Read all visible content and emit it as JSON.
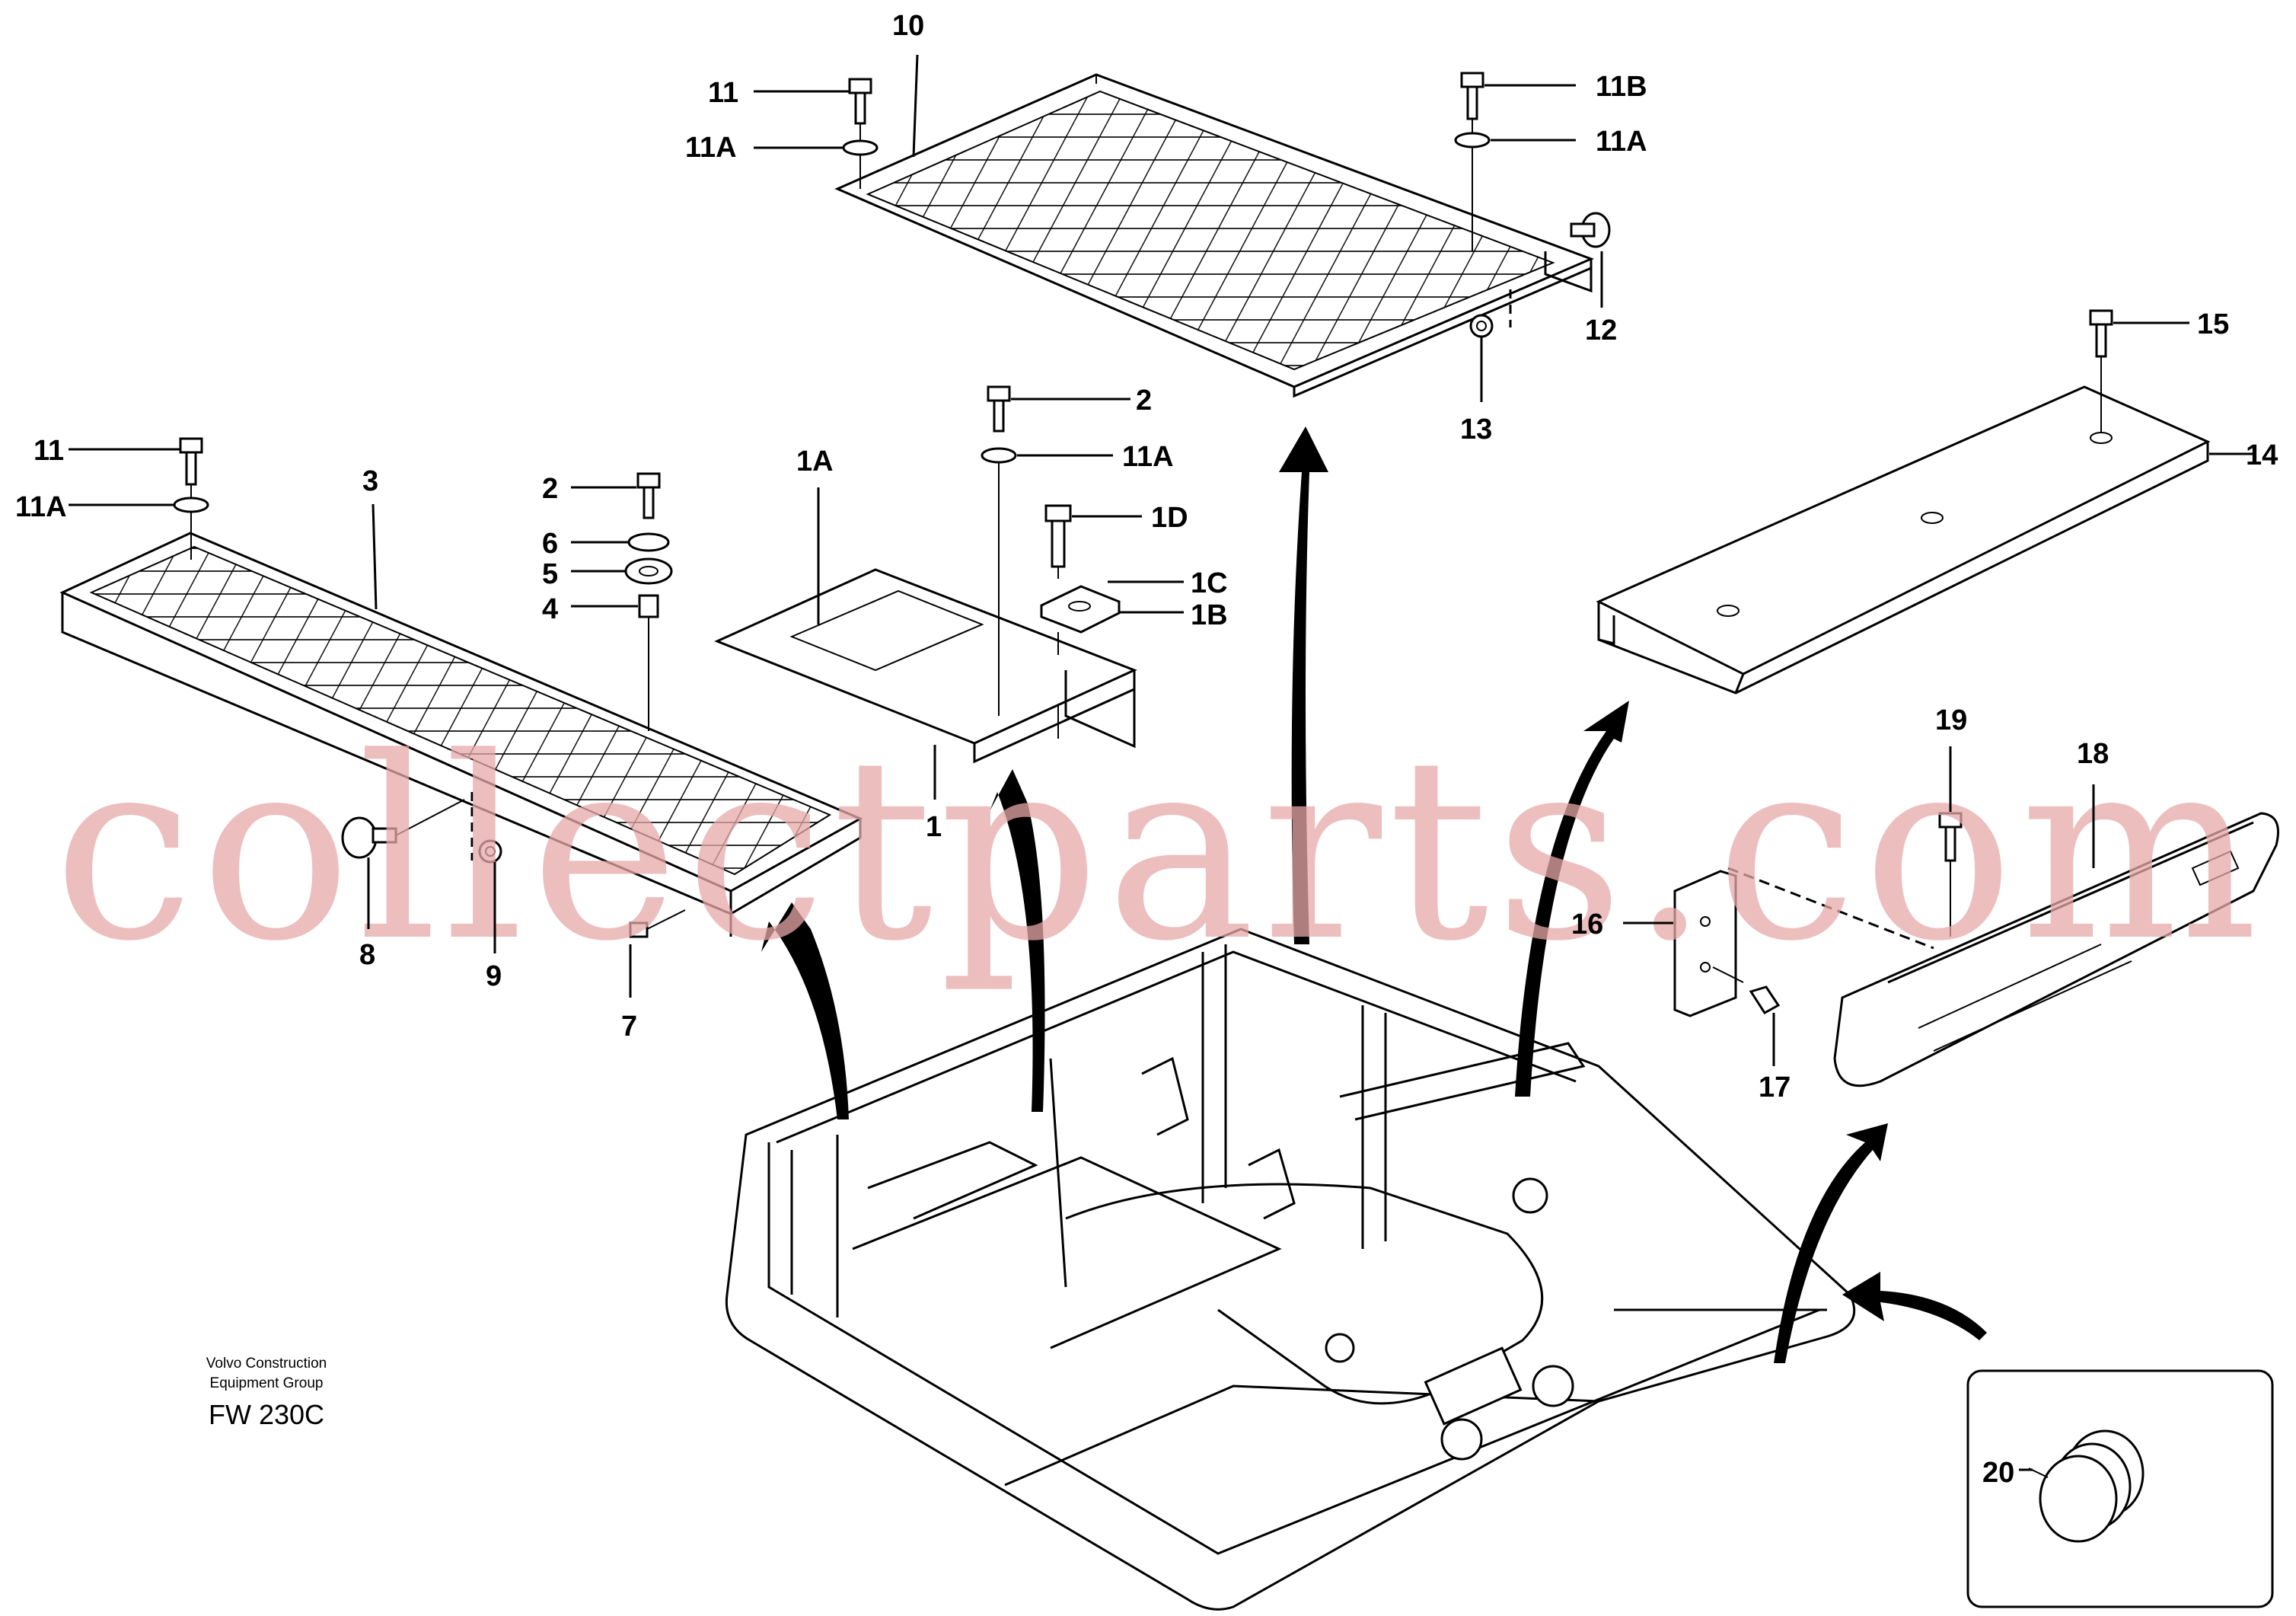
{
  "watermark": "collectparts.com",
  "footer": {
    "line1": "Volvo Construction",
    "line2": "Equipment Group",
    "code": "FW 230C"
  },
  "callouts": {
    "c10": "10",
    "c11_top": "11",
    "c11A_top": "11A",
    "c11B": "11B",
    "c11A_right": "11A",
    "c12": "12",
    "c13": "13",
    "c11_left": "11",
    "c11A_left": "11A",
    "c3": "3",
    "c2_left": "2",
    "c6": "6",
    "c5": "5",
    "c4": "4",
    "c8": "8",
    "c9": "9",
    "c7": "7",
    "c1A": "1A",
    "c2_mid": "2",
    "c11A_mid": "11A",
    "c1D": "1D",
    "c1C": "1C",
    "c1B": "1B",
    "c1": "1",
    "c15": "15",
    "c14": "14",
    "c19": "19",
    "c18": "18",
    "c16": "16",
    "c17": "17",
    "c20": "20"
  }
}
